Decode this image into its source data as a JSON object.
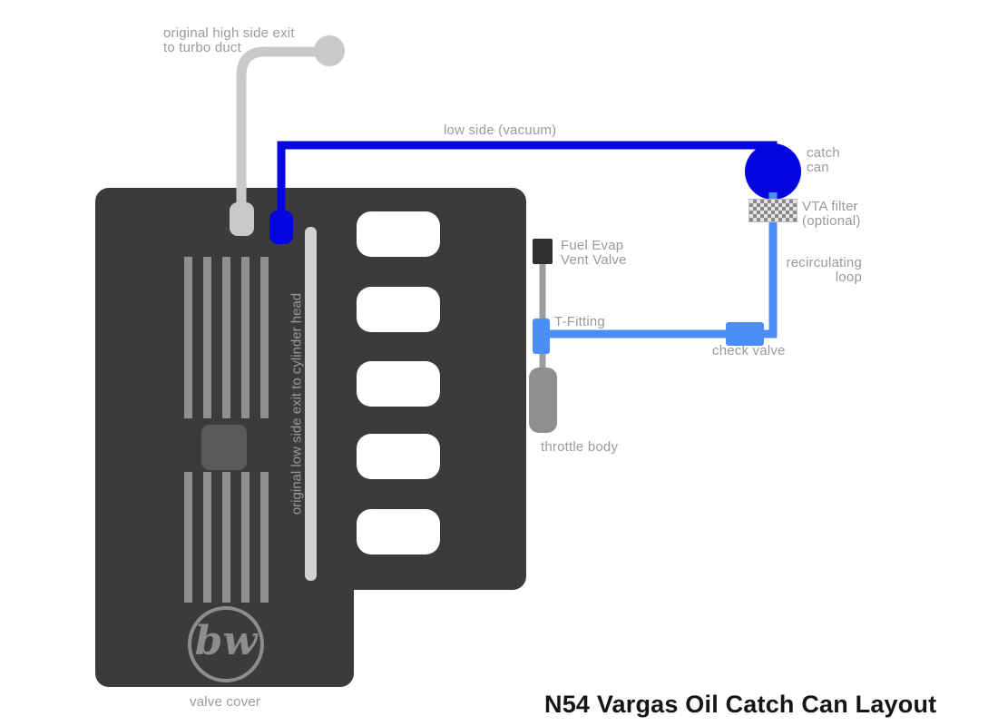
{
  "title": "N54 Vargas Oil Catch Can Layout",
  "colors": {
    "valve_cover": "#3b3b3b",
    "port_white": "#ffffff",
    "pipe_gray": "#c9c9c9",
    "connector_gray": "#9c9c9c",
    "low_side_blue": "#0505e0",
    "recirc_blue": "#4d8df8",
    "fuel_evap_dark": "#2f2f2f",
    "throttle_gray": "#8f8f8f",
    "label_gray": "#9a9a9a",
    "title_dark": "#151515"
  },
  "labels": {
    "high_side_line1": "original high side exit",
    "high_side_line2": "to turbo duct",
    "low_side": "low side (vacuum)",
    "catch_can_line1": "catch",
    "catch_can_line2": "can",
    "vta_line1": "VTA filter",
    "vta_line2": "(optional)",
    "fuel_evap_line1": "Fuel Evap",
    "fuel_evap_line2": "Vent Valve",
    "recirc_line1": "recirculating",
    "recirc_line2": "loop",
    "t_fitting": "T-Fitting",
    "check_valve": "check valve",
    "throttle_body": "throttle body",
    "valve_cover": "valve cover",
    "low_side_exit_rotated": "original low side exit to cylinder head",
    "logo": "bw"
  }
}
